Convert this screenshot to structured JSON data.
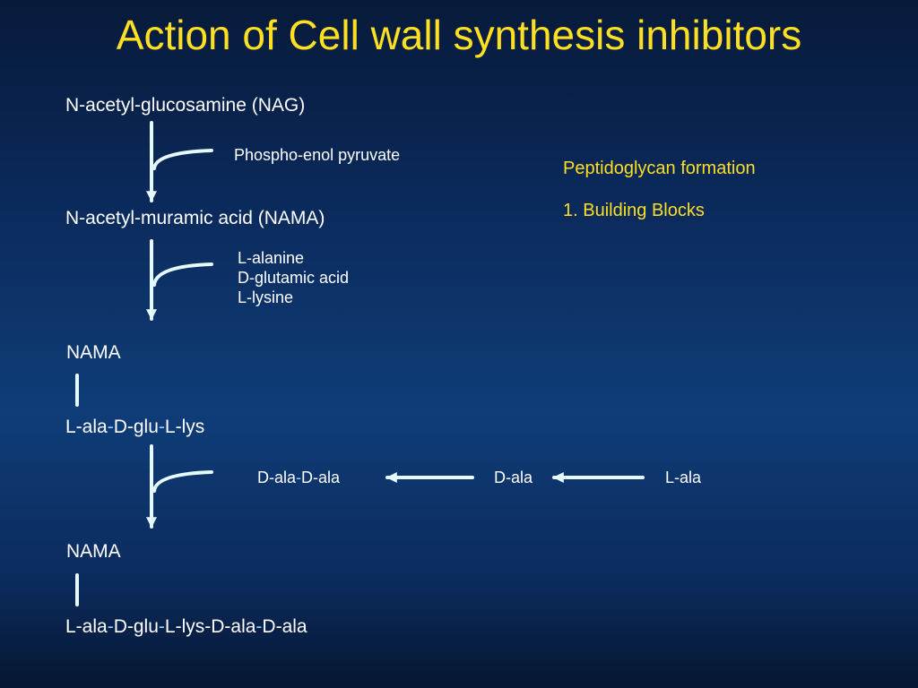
{
  "title": "Action of Cell wall synthesis inhibitors",
  "side": {
    "heading": "Peptidoglycan formation",
    "point": "1. Building Blocks"
  },
  "pathway": {
    "nag": "N-acetyl-glucosamine (NAG)",
    "pep": "Phospho-enol pyruvate",
    "nama": "N-acetyl-muramic acid (NAMA)",
    "amino_acids": [
      "L-alanine",
      "D-glutamic acid",
      "L-lysine"
    ],
    "nama_label_1": "NAMA",
    "tripeptide": [
      "L-ala",
      "D-glu",
      "L-lys"
    ],
    "d_ala_d_ala": [
      "D-ala",
      "D-ala"
    ],
    "d_ala": "D-ala",
    "l_ala": "L-ala",
    "nama_label_2": "NAMA",
    "pentapeptide": [
      "L-ala",
      "D-glu",
      "L-lys",
      "D-ala",
      "D-ala"
    ]
  },
  "colors": {
    "title": "#ffdf22",
    "text": "#ffffff",
    "arrow": "#e6fbff",
    "hyphen": "#8fd0ff"
  }
}
